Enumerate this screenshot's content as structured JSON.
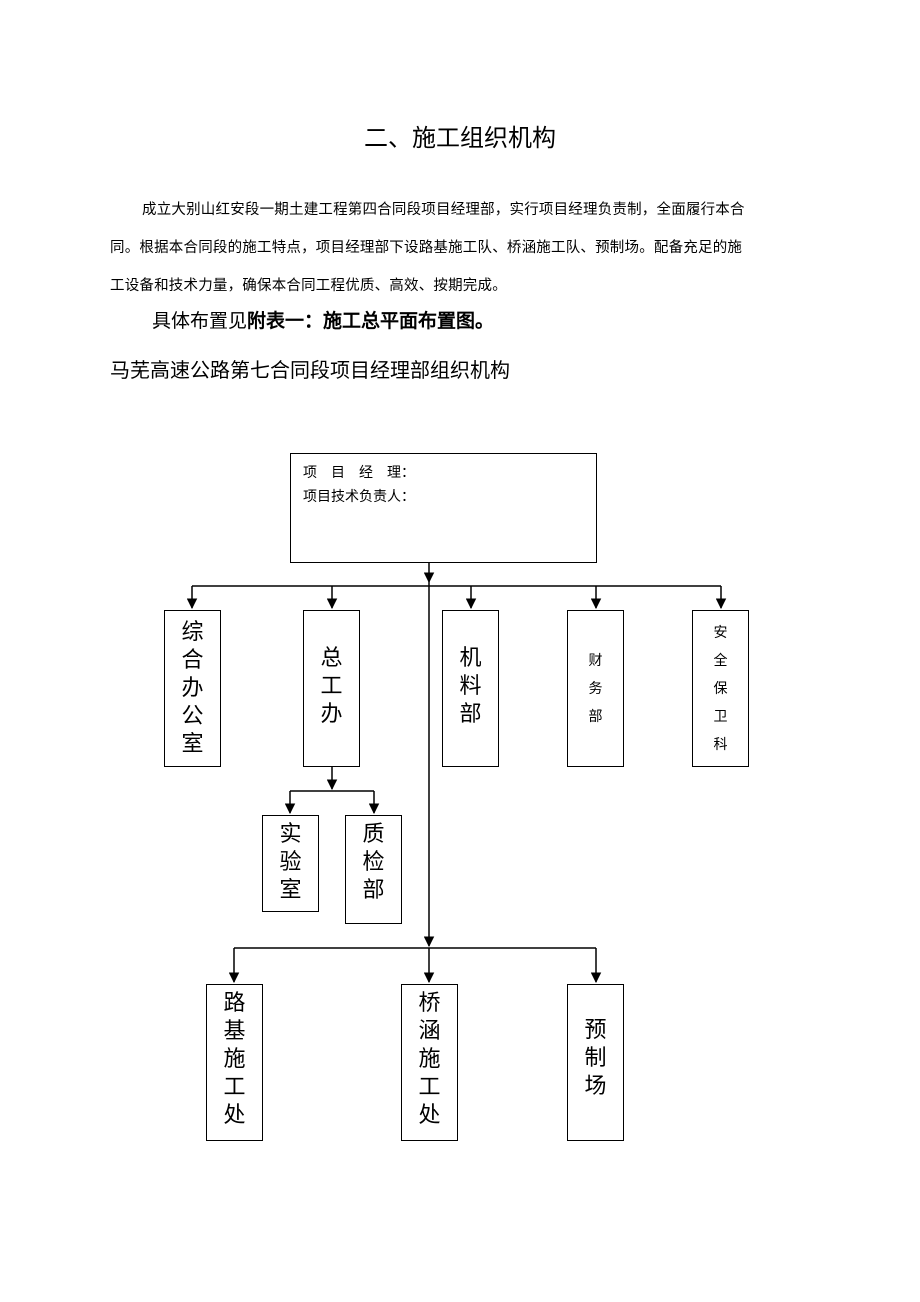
{
  "heading": "二、施工组织机构",
  "paragraph_lines": [
    "成立大别山红安段一期土建工程第四合同段项目经理部，实行项目经理负责制，全面履行本合",
    "同。根据本合同段的施工特点，项目经理部下设路基施工队、桥涵施工队、预制场。配备充足的施",
    "工设备和技术力量，确保本合同工程优质、高效、按期完成。"
  ],
  "reference": {
    "prefix": "具体布置见",
    "bold": "附表一：施工总平面布置图。"
  },
  "chart_title": "马芜高速公路第七合同段项目经理部组织机构",
  "org": {
    "top_box": {
      "line1": "项　目　经　理：",
      "line2": "项目技术负责人："
    },
    "departments": [
      {
        "label": "综合办公室",
        "size": "big"
      },
      {
        "label": "总工办",
        "size": "big"
      },
      {
        "label": "机料部",
        "size": "big"
      },
      {
        "label": "财务部",
        "size": "small"
      },
      {
        "label": "安全保卫科",
        "size": "small"
      }
    ],
    "sub_departments": [
      {
        "label": "实验室"
      },
      {
        "label": "质检部"
      }
    ],
    "field_units": [
      {
        "label": "路基施工处"
      },
      {
        "label": "桥涵施工处"
      },
      {
        "label": "预制场"
      }
    ]
  }
}
